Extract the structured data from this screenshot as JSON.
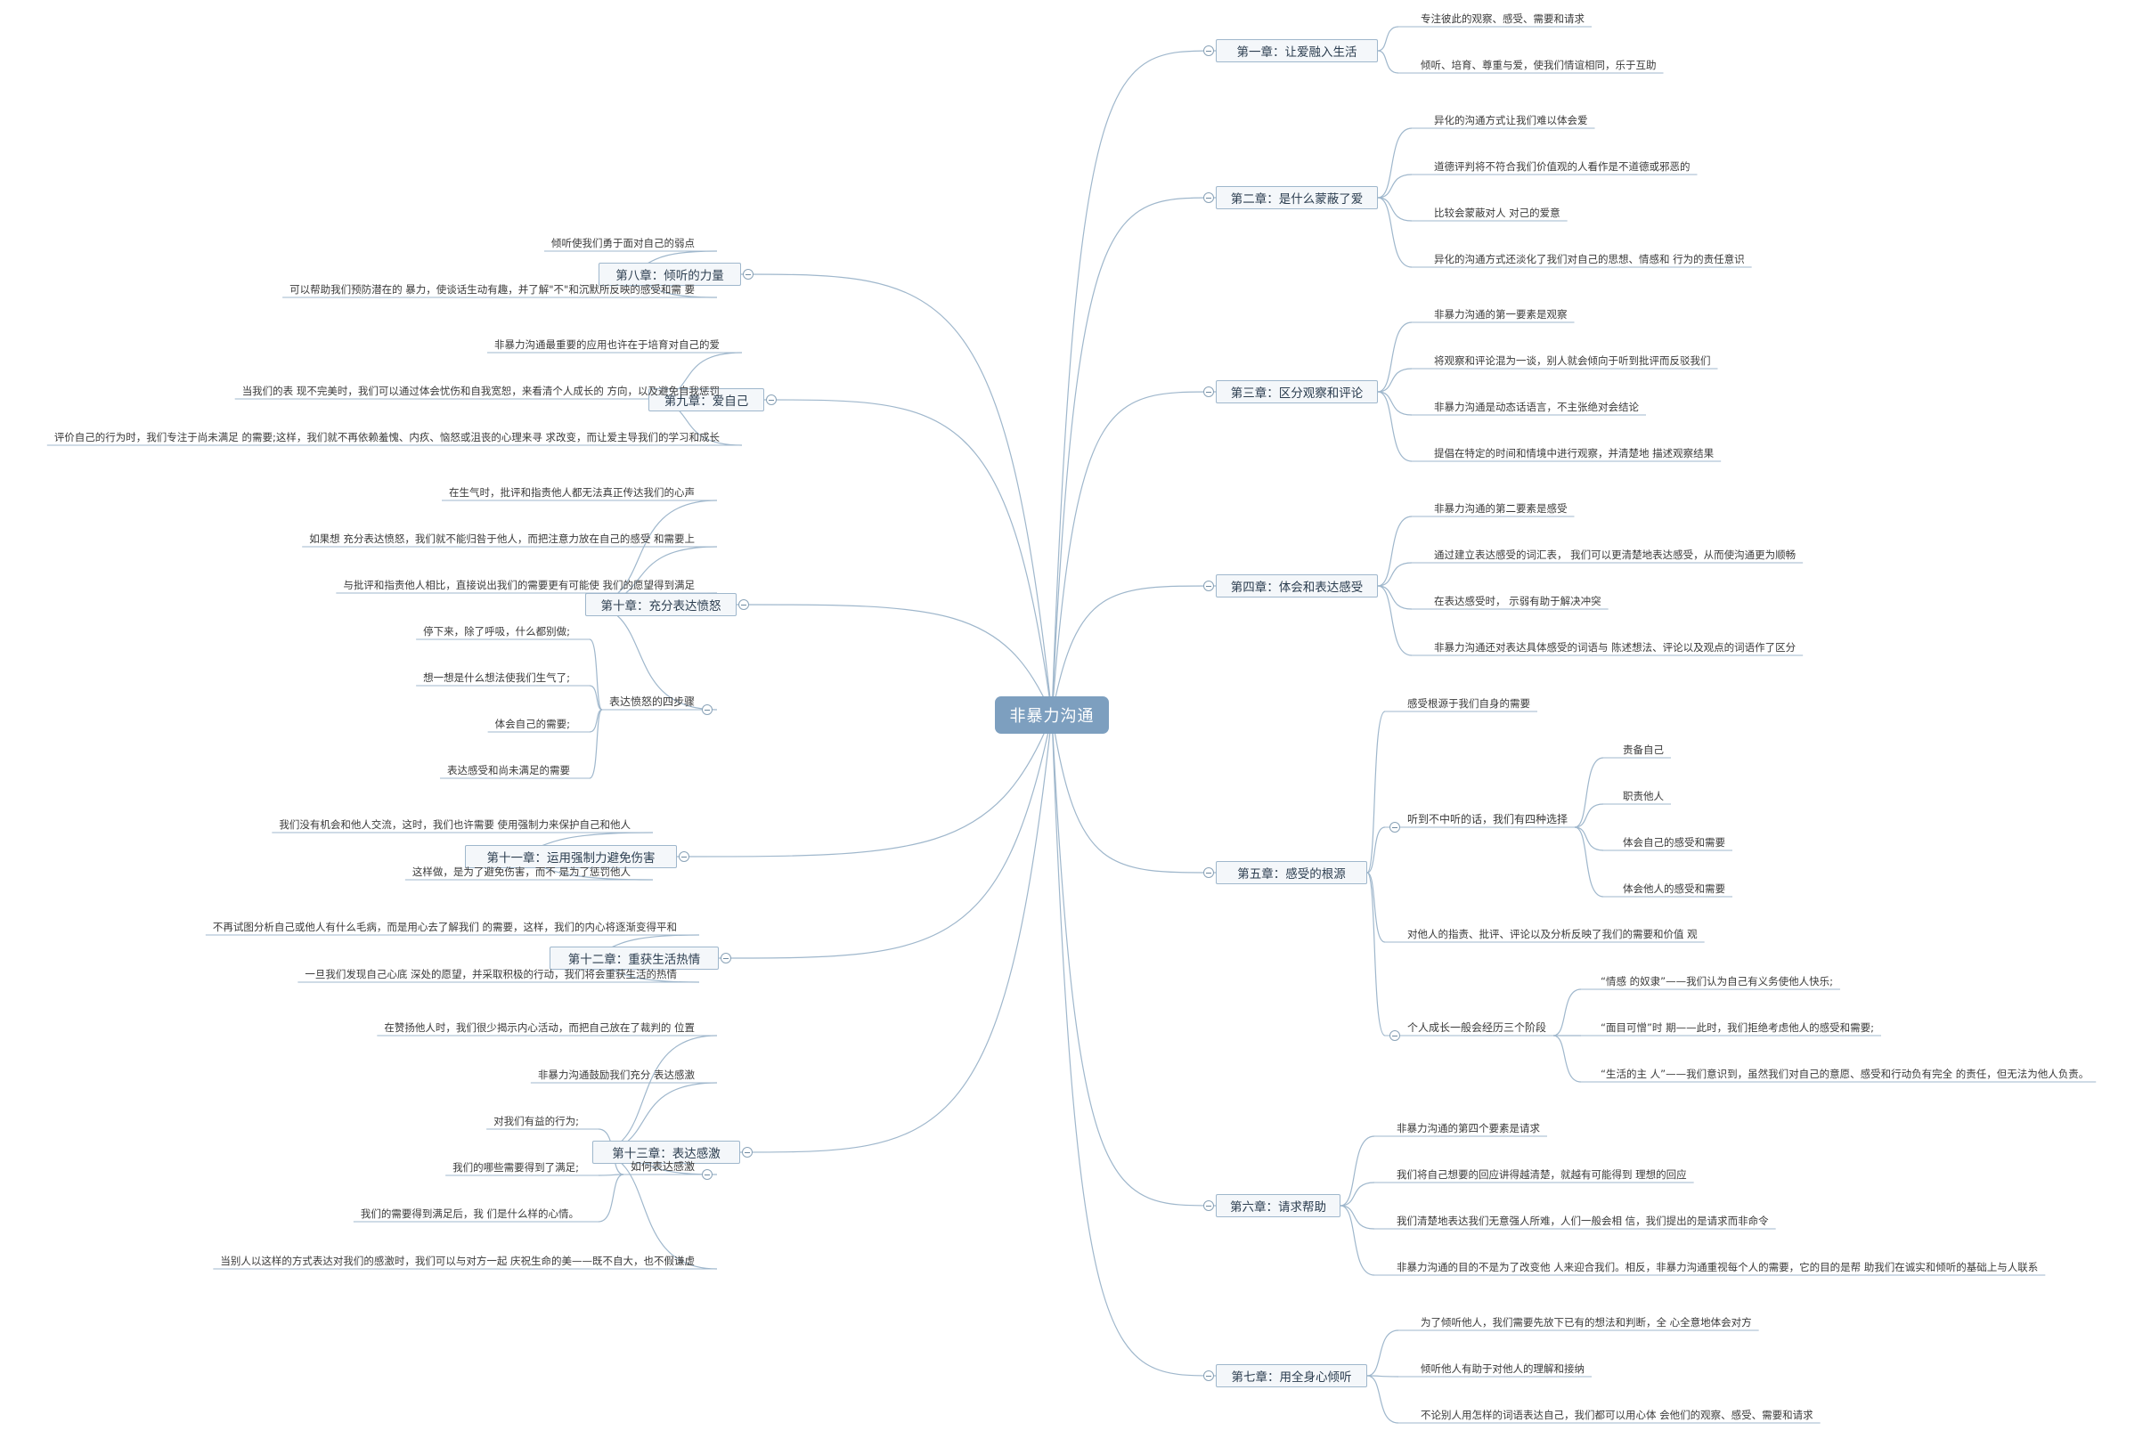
{
  "root": "非暴力沟通",
  "colors": {
    "root_fill": "#7d9fbf",
    "line": "#9fb7cc",
    "node_border": "#9fb7cc",
    "node_fill": "#f4f7fa"
  },
  "chapters": [
    {
      "id": "c1",
      "label": "第一章：让爱融入生活",
      "items": [
        {
          "text": "专注彼此的观察、感受、需要和请求"
        },
        {
          "text": "倾听、培育、尊重与爱，使我们情谊相同，乐于互助"
        }
      ]
    },
    {
      "id": "c2",
      "label": "第二章：是什么蒙蔽了爱",
      "items": [
        {
          "text": "异化的沟通方式让我们难以体会爱"
        },
        {
          "text": "道德评判将不符合我们价值观的人看作是不道德或邪恶的"
        },
        {
          "text": "比较会蒙蔽对人 对己的爱意"
        },
        {
          "text": "异化的沟通方式还淡化了我们对自己的思想、情感和 行为的责任意识"
        }
      ]
    },
    {
      "id": "c3",
      "label": "第三章：区分观察和评论",
      "items": [
        {
          "text": "非暴力沟通的第一要素是观察"
        },
        {
          "text": "将观察和评论混为一谈，别人就会倾向于听到批评而反驳我们"
        },
        {
          "text": "非暴力沟通是动态话语言，不主张绝对会结论"
        },
        {
          "text": "提倡在特定的时间和情境中进行观察，并清楚地 描述观察结果"
        }
      ]
    },
    {
      "id": "c4",
      "label": "第四章：体会和表达感受",
      "items": [
        {
          "text": "非暴力沟通的第二要素是感受"
        },
        {
          "text": "通过建立表达感受的词汇表， 我们可以更清楚地表达感受，从而使沟通更为顺畅"
        },
        {
          "text": "在表达感受时， 示弱有助于解决冲突"
        },
        {
          "text": "非暴力沟通还对表达具体感受的词语与 陈述想法、评论以及观点的词语作了区分"
        }
      ]
    },
    {
      "id": "c5",
      "label": "第五章：感受的根源",
      "items": [
        {
          "text": "感受根源于我们自身的需要"
        },
        {
          "text": "听到不中听的话，我们有四种选择",
          "children": [
            "责备自己",
            "职责他人",
            "体会自己的感受和需要",
            "体会他人的感受和需要"
          ]
        },
        {
          "text": "对他人的指责、批评、评论以及分析反映了我们的需要和价值 观"
        },
        {
          "text": "个人成长一般会经历三个阶段",
          "children": [
            "“情感 的奴隶”——我们认为自己有义务使他人快乐;",
            "“面目可憎”时 期——此时，我们拒绝考虑他人的感受和需要;",
            "“生活的主 人”——我们意识到，虽然我们对自己的意愿、感受和行动负有完全 的责任，但无法为他人负责。"
          ]
        }
      ]
    },
    {
      "id": "c6",
      "label": "第六章：请求帮助",
      "items": [
        {
          "text": "非暴力沟通的第四个要素是请求"
        },
        {
          "text": "我们将自己想要的回应讲得越清楚，就越有可能得到 理想的回应"
        },
        {
          "text": "我们清楚地表达我们无意强人所难，人们一般会相 信，我们提出的是请求而非命令"
        },
        {
          "text": "非暴力沟通的目的不是为了改变他 人来迎合我们。相反，非暴力沟通重视每个人的需要，它的目的是帮 助我们在诚实和倾听的基础上与人联系"
        }
      ]
    },
    {
      "id": "c7",
      "label": "第七章：用全身心倾听",
      "items": [
        {
          "text": "为了倾听他人，我们需要先放下已有的想法和判断，全 心全意地体会对方"
        },
        {
          "text": "倾听他人有助于对他人的理解和接纳"
        },
        {
          "text": "不论别人用怎样的词语表达自己，我们都可以用心体 会他们的观察、感受、需要和请求"
        }
      ]
    },
    {
      "id": "c8",
      "label": "第八章：倾听的力量",
      "items": [
        {
          "text": "倾听使我们勇于面对自己的弱点"
        },
        {
          "text": "可以帮助我们预防潜在的 暴力，使谈话生动有趣，并了解\"不\"和沉默所反映的感受和需 要"
        }
      ]
    },
    {
      "id": "c9",
      "label": "第九章：爱自己",
      "items": [
        {
          "text": "非暴力沟通最重要的应用也许在于培育对自己的爱"
        },
        {
          "text": "当我们的表 现不完美时，我们可以通过体会忧伤和自我宽恕，来看清个人成长的 方向，以及避免自我惩罚"
        },
        {
          "text": "评价自己的行为时，我们专注于尚未满足 的需要;这样，我们就不再依赖羞愧、内疚、恼怒或沮丧的心理来寻 求改变，而让爱主导我们的学习和成长"
        }
      ]
    },
    {
      "id": "c10",
      "label": "第十章：充分表达愤怒",
      "items": [
        {
          "text": "在生气时，批评和指责他人都无法真正传达我们的心声"
        },
        {
          "text": "如果想 充分表达愤怒，我们就不能归咎于他人，而把注意力放在自己的感受 和需要上"
        },
        {
          "text": "与批评和指责他人相比，直接说出我们的需要更有可能使 我们的愿望得到满足"
        },
        {
          "text": "表达愤怒的四步骤",
          "children": [
            "停下来，除了呼吸，什么都别做;",
            "想一想是什么想法使我们生气了;",
            "体会自己的需要;",
            "表达感受和尚未满足的需要"
          ]
        }
      ]
    },
    {
      "id": "c11",
      "label": "第十一章：运用强制力避免伤害",
      "items": [
        {
          "text": "我们没有机会和他人交流，这时，我们也许需要 使用强制力来保护自己和他人"
        },
        {
          "text": "这样做，是为了避免伤害，而不 是为了惩罚他人"
        }
      ]
    },
    {
      "id": "c12",
      "label": "第十二章：重获生活热情",
      "items": [
        {
          "text": "不再试图分析自己或他人有什么毛病，而是用心去了解我们 的需要，这样，我们的内心将逐渐变得平和"
        },
        {
          "text": "一旦我们发现自己心底 深处的愿望，并采取积极的行动，我们将会重获生活的热情"
        }
      ]
    },
    {
      "id": "c13",
      "label": "第十三章：表达感激",
      "items": [
        {
          "text": "在赞扬他人时，我们很少揭示内心活动，而把自己放在了裁判的 位置"
        },
        {
          "text": "非暴力沟通鼓励我们充分 表达感激"
        },
        {
          "text": "如何表达感激",
          "children": [
            "对我们有益的行为;",
            "我们的哪些需要得到了满足;",
            "我们的需要得到满足后，我 们是什么样的心情。"
          ]
        },
        {
          "text": "当别人以这样的方式表达对我们的感激时，我们可以与对方一起 庆祝生命的美——既不自大，也不假谦虚"
        }
      ]
    }
  ]
}
